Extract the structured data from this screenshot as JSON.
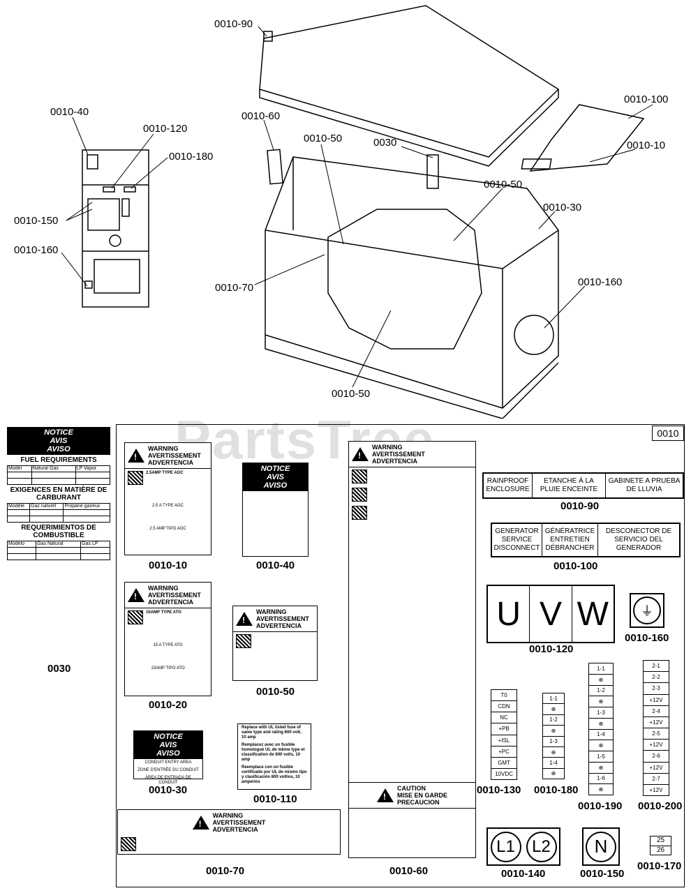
{
  "watermark": "PartsTree",
  "callouts": {
    "c_0010_90_top": "0010-90",
    "c_0010_40": "0010-40",
    "c_0010_120": "0010-120",
    "c_0010_180": "0010-180",
    "c_0010_150": "0010-150",
    "c_0010_160_left": "0010-160",
    "c_0010_60": "0010-60",
    "c_0010_50_a": "0010-50",
    "c_0030": "0030",
    "c_0010_50_b": "0010-50",
    "c_0010_100": "0010-100",
    "c_0010_10": "0010-10",
    "c_0010_30": "0010-30",
    "c_0010_160_right": "0010-160",
    "c_0010_70": "0010-70",
    "c_0010_50_c": "0010-50"
  },
  "fuel_card": {
    "notice_lines": [
      "NOTICE",
      "AVIS",
      "AVISO"
    ],
    "h1": "FUEL REQUIREMENTS",
    "h2": "EXIGENCES EN MATIÈRE DE CARBURANT",
    "h3": "REQUERIMIENTOS DE COMBUSTIBLE",
    "col_model": "Model",
    "col_ng": "Natural Gas",
    "col_lp": "LP Vapor",
    "col_modele": "Modèle",
    "col_gaz": "Gaz naturel",
    "col_propane": "Propane gazeux",
    "col_modelo": "Modelo",
    "col_gasnat": "Gas Natural",
    "col_gaslp": "Gas LP",
    "label": "0030"
  },
  "panel": {
    "ref": "0010",
    "warn": {
      "w1": "WARNING",
      "w2": "AVERTISSEMENT",
      "w3": "ADVERTENCIA"
    },
    "notice": {
      "n1": "NOTICE",
      "n2": "AVIS",
      "n3": "AVISO"
    },
    "caution": {
      "c1": "CAUTION",
      "c2": "MISE EN GARDE",
      "c3": "PRECAUCION"
    },
    "d10": {
      "l1": "2.5AMP TYPE AGC",
      "l2": "2,5 A TYPE AGC",
      "l3": "2.5 AMP TIPO AGC",
      "label": "0010-10"
    },
    "d20": {
      "l1": "15AMP TYPE ATO",
      "l2": "15 A TYPE ATO",
      "l3": "15AMP TIPO ATO",
      "label": "0010-20"
    },
    "d40": {
      "label": "0010-40"
    },
    "d50": {
      "label": "0010-50"
    },
    "d30": {
      "l1": "CONDUIT ENTRY AREA",
      "l2": "ZONE D'ENTRÉE DU CONDUIT",
      "l3": "ÁREA DE ENTRADA DE CONDUIT",
      "label": "0010-30"
    },
    "d110": {
      "l1": "Replace with UL listed fuse of same type and rating 600 volt, 10 amp",
      "l2": "Remplacez avec un fusible homologué UL de même type et classification de 600 volts, 10 amp",
      "l3": "Reemplace con un fusible certificado por UL de mismo tipo y clasificación 600 voltios, 10 amperios",
      "label": "0010-110"
    },
    "d70": {
      "label": "0010-70"
    },
    "d60": {
      "label": "0010-60"
    },
    "d90": {
      "t1": "RAINPROOF ENCLOSURE",
      "t2": "ETANCHE À LA PLUIE ENCEINTE",
      "t3": "GABINETE A PRUEBA DE LLUVIA",
      "label": "0010-90"
    },
    "d100": {
      "t1": "GENERATOR SERVICE DISCONNECT",
      "t2": "GÉNÉRATRICE ENTRETIEN DÉBRANCHER",
      "t3": "DESCONECTOR DE SERVICIO DEL GENERADOR",
      "label": "0010-100"
    },
    "d120": {
      "letters": [
        "U",
        "V",
        "W"
      ],
      "label": "0010-120"
    },
    "d160": {
      "label": "0010-160"
    },
    "d130": {
      "rows": [
        "T0",
        "CDN",
        "NC",
        "+PB",
        "+ISL",
        "+PC",
        "GMT",
        "10VDC"
      ],
      "label": "0010-130"
    },
    "d180": {
      "rows": [
        "1-1",
        "⊕",
        "1-2",
        "⊕",
        "1-3",
        "⊕",
        "1-4",
        "⊕"
      ],
      "label": "0010-180"
    },
    "d190": {
      "rows": [
        "1-1",
        "⊕",
        "1-2",
        "⊕",
        "1-3",
        "⊕",
        "1-4",
        "⊕",
        "1-5",
        "⊕",
        "1-6",
        "⊕"
      ],
      "label": "0010-190"
    },
    "d200": {
      "rows": [
        "2-1",
        "2-2",
        "2-3",
        "+12V",
        "2-4",
        "+12V",
        "2-5",
        "+12V",
        "2-6",
        "+12V",
        "2-7",
        "+12V"
      ],
      "label": "0010-200"
    },
    "d140": {
      "letters": [
        "L1",
        "L2"
      ],
      "label": "0010-140"
    },
    "d150": {
      "letter": "N",
      "label": "0010-150"
    },
    "d170": {
      "top": "25",
      "bottom": "26",
      "label": "0010-170"
    }
  }
}
